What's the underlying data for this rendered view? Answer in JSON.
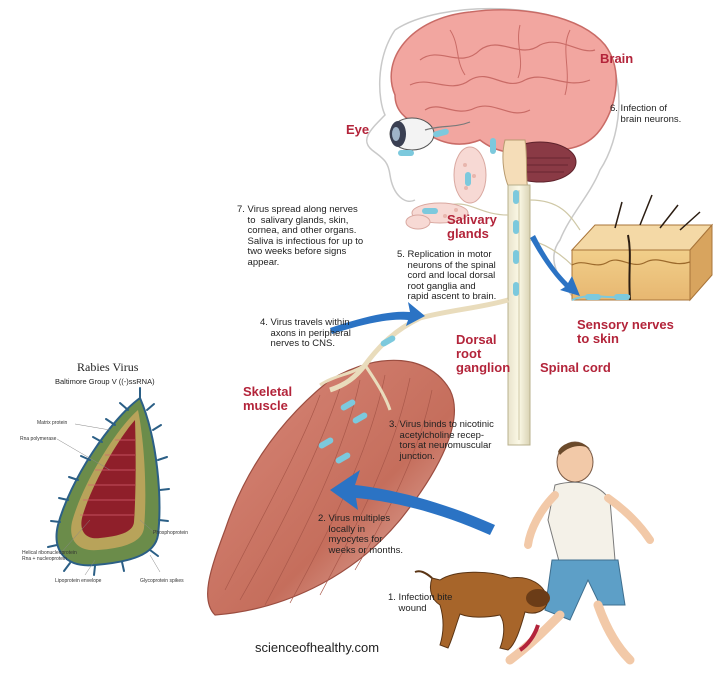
{
  "labels": {
    "brain": "Brain",
    "eye": "Eye",
    "salivary_glands": "Salivary\nglands",
    "sensory_nerves": "Sensory nerves\nto skin",
    "dorsal_root_ganglion": "Dorsal\nroot\nganglion",
    "spinal_cord": "Spinal cord",
    "skeletal_muscle": "Skeletal\nmuscle"
  },
  "steps": {
    "s1": "1. Infection bite\n    wound",
    "s2": "2. Virus multiples\n    locally in\n    myocytes for\n    weeks or months.",
    "s3": "3. Virus binds to nicotinic\n    acetylcholine recep-\n    tors at neuromuscular\n    junction.",
    "s4": "4. Virus travels within\n    axons in peripheral\n    nerves to CNS.",
    "s5": "5. Replication in motor\n    neurons of the spinal\n    cord and local dorsal\n    root ganglia and\n    rapid ascent to brain.",
    "s6": "6. Infection of\n    brain neurons.",
    "s7": "7. Virus spread along nerves\n    to  salivary glands, skin,\n    cornea, and other organs.\n    Saliva is infectious for up to\n    two weeks before signs\n    appear."
  },
  "virus": {
    "title": "Rabies Virus",
    "subtitle": "Baltimore Group V ((-)ssRNA)",
    "parts": {
      "matrix_protein": "Matrix protein",
      "rna_polymerase": "Rna polymerase",
      "phosphoprotein": "Phosphoprotein",
      "helical_rnp": "Helical ribonucleoprotein\nRna + nucleoprotein",
      "lipoprotein_envelope": "Lipoprotein envelope",
      "glycoprotein_spikes": "Glycoprotein spikes"
    }
  },
  "credit": "scienceofhealthy.com",
  "colors": {
    "label_red": "#b3243a",
    "virus_marker": "#7cc9dd",
    "arrow_blue": "#2b73c4",
    "muscle": "#c56e5c",
    "brain": "#f2a6a0",
    "skin_tan": "#e7b771"
  }
}
